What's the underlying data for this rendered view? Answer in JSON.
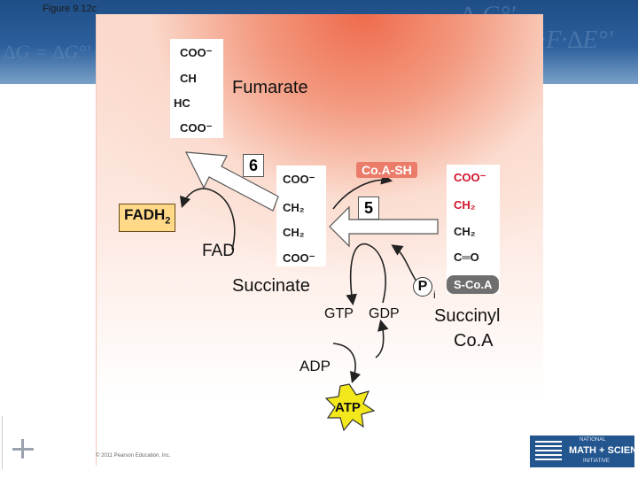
{
  "figure_label": "Figure 9.12c",
  "header": {
    "ghost_text_1": "∆ G°′",
    "ghost_text_2": "= -n·F·∆E°′",
    "ghost_text_3": "∆G = ∆G°′ + RT ln Q"
  },
  "molecules": {
    "fumarate": {
      "lines": [
        "COO⁻",
        "CH",
        "HC",
        "COO⁻"
      ],
      "name": "Fumarate"
    },
    "succinate": {
      "lines": [
        "COO⁻",
        "CH₂",
        "CH₂",
        "COO⁻"
      ],
      "name": "Succinate"
    },
    "succinyl_coa": {
      "lines": [
        "COO⁻",
        "CH₂",
        "CH₂",
        "C═O"
      ],
      "coa_tag": "S-Co.A",
      "name_line1": "Succinyl",
      "name_line2": "Co.A",
      "highlight_color": "#d0142b"
    }
  },
  "steps": {
    "step5": "5",
    "step6": "6"
  },
  "cofactors": {
    "fadh2": "FADH",
    "fadh2_sub": "2",
    "fad": "FAD",
    "coa_sh": "Co.A-SH",
    "pi": "P",
    "pi_sub": "i",
    "gtp": "GTP",
    "gdp": "GDP",
    "adp": "ADP",
    "atp": "ATP"
  },
  "footer": {
    "copyright": "© 2011 Pearson Education, Inc.",
    "logo_line1": "NATIONAL",
    "logo_line2": "MATH + SCIENCE",
    "logo_line3": "INITIATIVE"
  },
  "colors": {
    "header_blue": "#23558f",
    "panel_red": "#ef6b4d",
    "tag_fill": "#ffd888",
    "coa_sh_fill": "#ec7c6a",
    "atp_star": "#f2e81c"
  }
}
